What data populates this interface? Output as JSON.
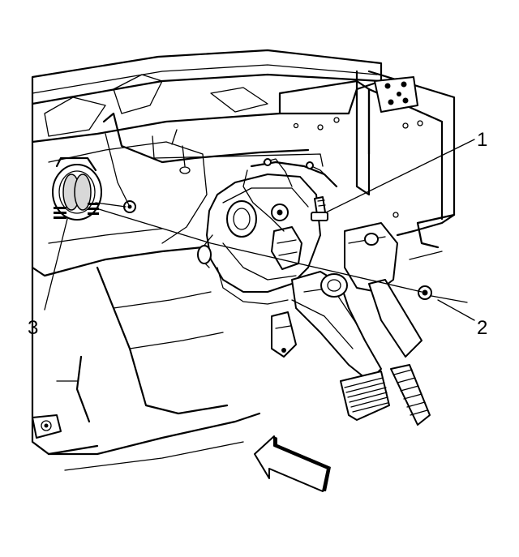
{
  "callouts": [
    {
      "id": "1",
      "label": "1"
    },
    {
      "id": "2",
      "label": "2"
    },
    {
      "id": "3",
      "label": "3"
    }
  ],
  "colors": {
    "ink": "#000000",
    "paper": "#ffffff",
    "shade": "#d8d8d8"
  },
  "icons": [
    "view-direction-arrow-icon"
  ]
}
